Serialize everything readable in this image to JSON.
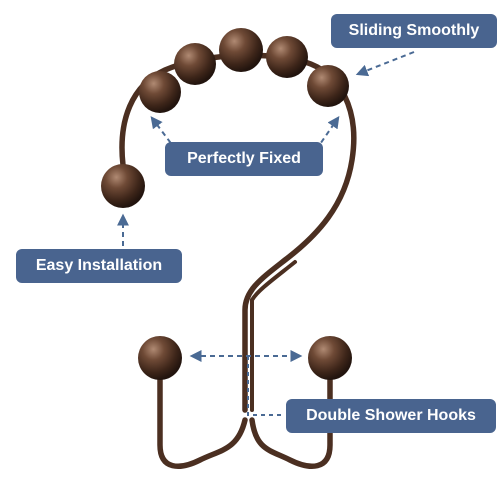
{
  "labels": {
    "sliding": "Sliding Smoothly",
    "fixed": "Perfectly Fixed",
    "easy": "Easy Installation",
    "double": "Double Shower Hooks"
  },
  "colors": {
    "callout_bg": "#49648f",
    "callout_text": "#ffffff",
    "arrow": "#4a6a94",
    "bronze": "#5a3a28"
  }
}
